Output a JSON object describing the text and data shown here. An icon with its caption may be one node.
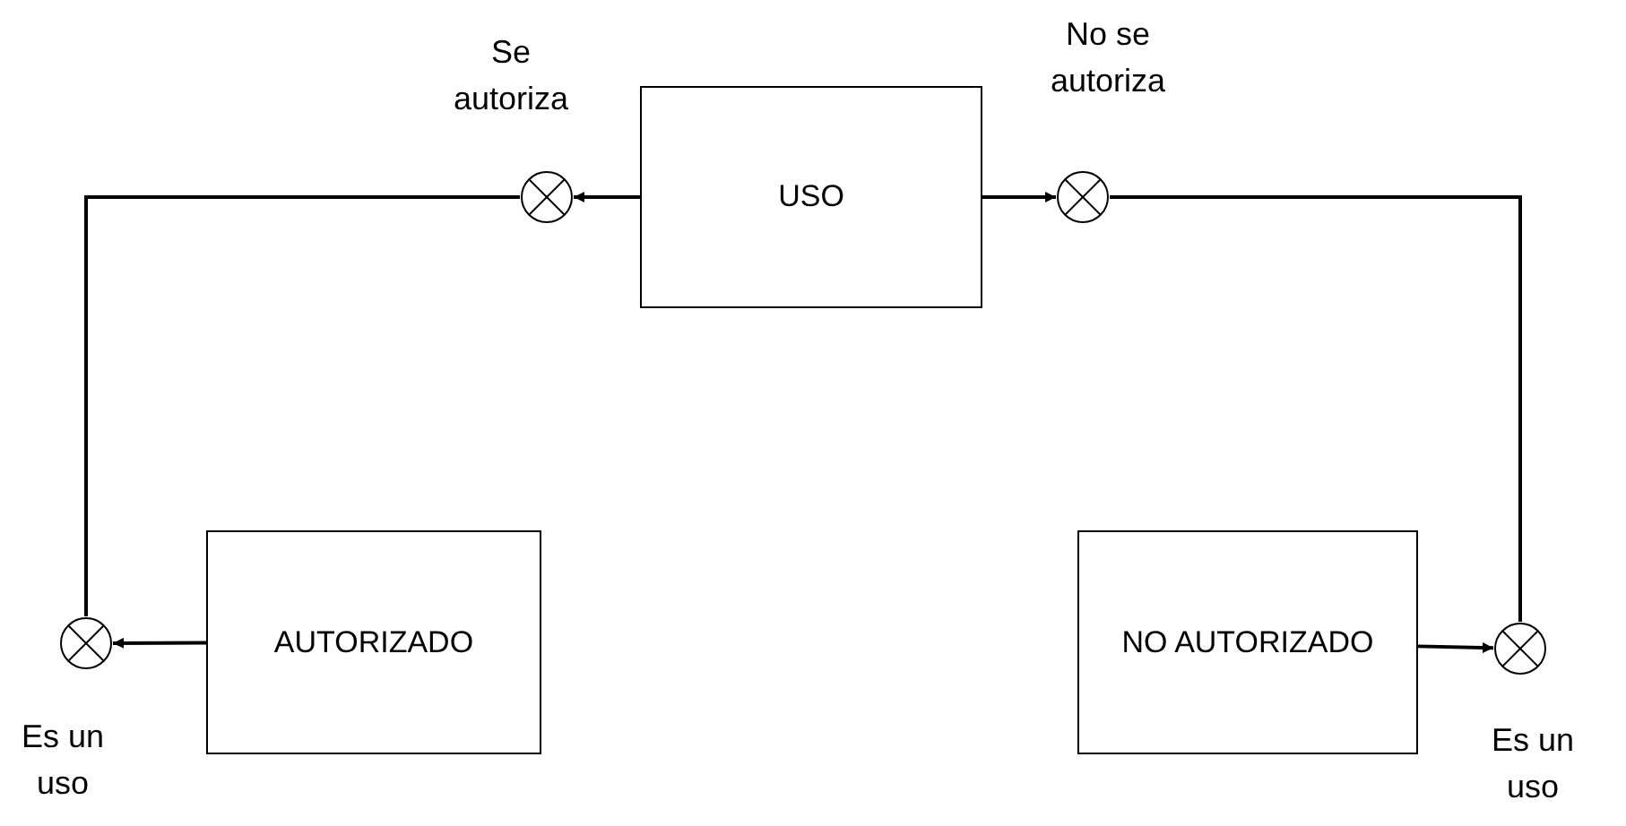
{
  "diagram": {
    "nodes": [
      {
        "text": [
          "USO"
        ]
      },
      {
        "text": [],
        "shape": "circle",
        "beside": [
          "Se autoriza"
        ]
      },
      {
        "text": [],
        "shape": "circle",
        "beside": [
          "No se autoriza"
        ]
      },
      {
        "text": [
          "AUTORIZADO"
        ]
      },
      {
        "text": [],
        "shape": "circle",
        "beside": [
          "Es un uso"
        ]
      },
      {
        "text": [
          "NO AUTORIZADO"
        ]
      },
      {
        "text": [],
        "shape": "circle",
        "beside": [
          "Es un uso"
        ]
      }
    ],
    "edges": [
      {
        "from": 0,
        "to": 1,
        "arrow": "to"
      },
      {
        "from": 0,
        "to": 2,
        "arrow": "to"
      },
      {
        "from": 1,
        "to": 4,
        "arrow": "none"
      },
      {
        "from": 3,
        "to": 4,
        "arrow": "to"
      },
      {
        "from": 5,
        "to": 6,
        "arrow": "to"
      },
      {
        "from": 2,
        "to": 6,
        "arrow": "none"
      }
    ]
  }
}
